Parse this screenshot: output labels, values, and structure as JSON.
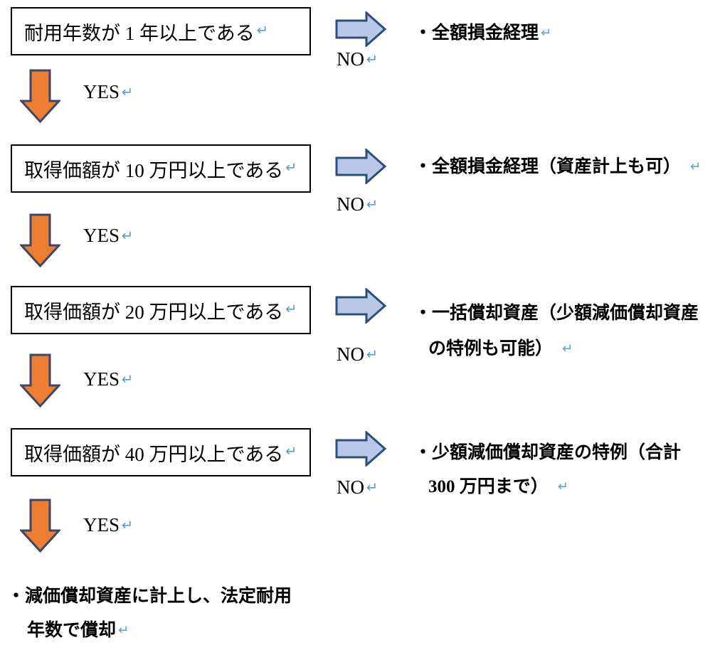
{
  "document": {
    "labels": {
      "yes": "YES",
      "no": "NO",
      "return_mark": "↵"
    },
    "steps": [
      {
        "question": "耐用年数が 1 年以上である",
        "answer_lines": [
          "・全額損金経理"
        ]
      },
      {
        "question": "取得価額が 10 万円以上である",
        "answer_lines": [
          "・全額損金経理（資産計上も可）"
        ]
      },
      {
        "question": "取得価額が 20 万円以上である",
        "answer_lines": [
          "・一括償却資産（少額減価償却資産",
          "の特例も可能）"
        ]
      },
      {
        "question": "取得価額が 40 万円以上である",
        "answer_lines": [
          "・少額減価償却資産の特例（合計",
          "300 万円まで）"
        ]
      }
    ],
    "final_lines": [
      "・減価償却資産に計上し、法定耐用",
      "年数で償却"
    ],
    "colors": {
      "background": "#ffffff",
      "text": "#000000",
      "box_border": "#000000",
      "right_arrow_fill": "#b9c8e6",
      "right_arrow_stroke": "#2e4d7b",
      "down_arrow_fill": "#ed7d31",
      "down_arrow_stroke": "#3a4766",
      "return_mark": "#5b9bd5"
    }
  }
}
